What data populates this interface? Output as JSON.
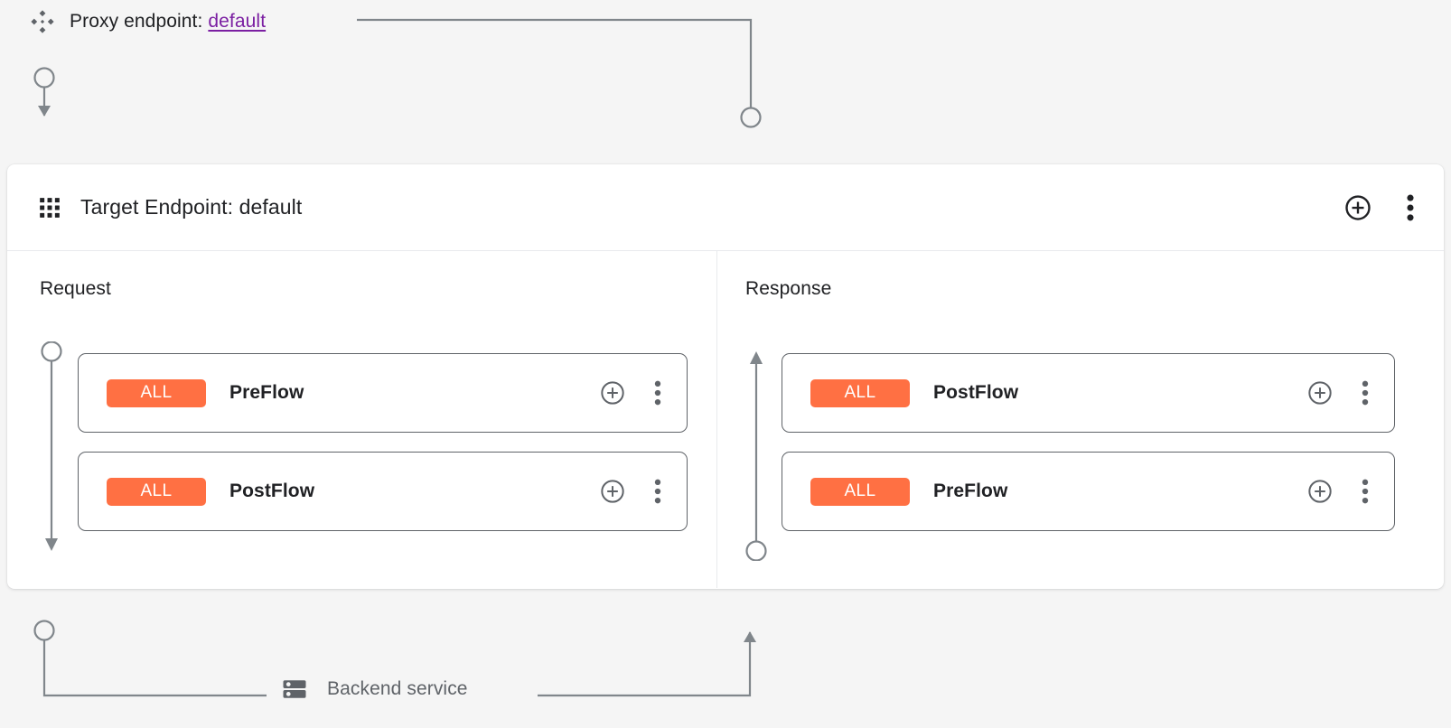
{
  "colors": {
    "canvas_background": "#f5f5f5",
    "panel_background": "#ffffff",
    "badge_orange": "#ff7043",
    "link_purple": "#7b1fa2",
    "connector_gray": "#80868b",
    "text_primary": "#202124",
    "text_secondary": "#5f6368",
    "card_border": "#5f6368"
  },
  "proxy": {
    "icon": "diamond-cluster-icon",
    "label": "Proxy endpoint:",
    "endpoint_name": "default"
  },
  "target_panel": {
    "icon": "apps-grid-icon",
    "title": "Target Endpoint: default",
    "actions": [
      {
        "name": "add-icon",
        "glyph": "plus-circle"
      },
      {
        "name": "more-options-icon",
        "glyph": "dots-vertical"
      }
    ],
    "columns": [
      {
        "id": "request",
        "title": "Request",
        "direction": "down",
        "flows": [
          {
            "badge": "ALL",
            "name": "PreFlow"
          },
          {
            "badge": "ALL",
            "name": "PostFlow"
          }
        ]
      },
      {
        "id": "response",
        "title": "Response",
        "direction": "up",
        "flows": [
          {
            "badge": "ALL",
            "name": "PostFlow"
          },
          {
            "badge": "ALL",
            "name": "PreFlow"
          }
        ]
      }
    ]
  },
  "backend": {
    "icon": "server-rack-icon",
    "label": "Backend service"
  }
}
